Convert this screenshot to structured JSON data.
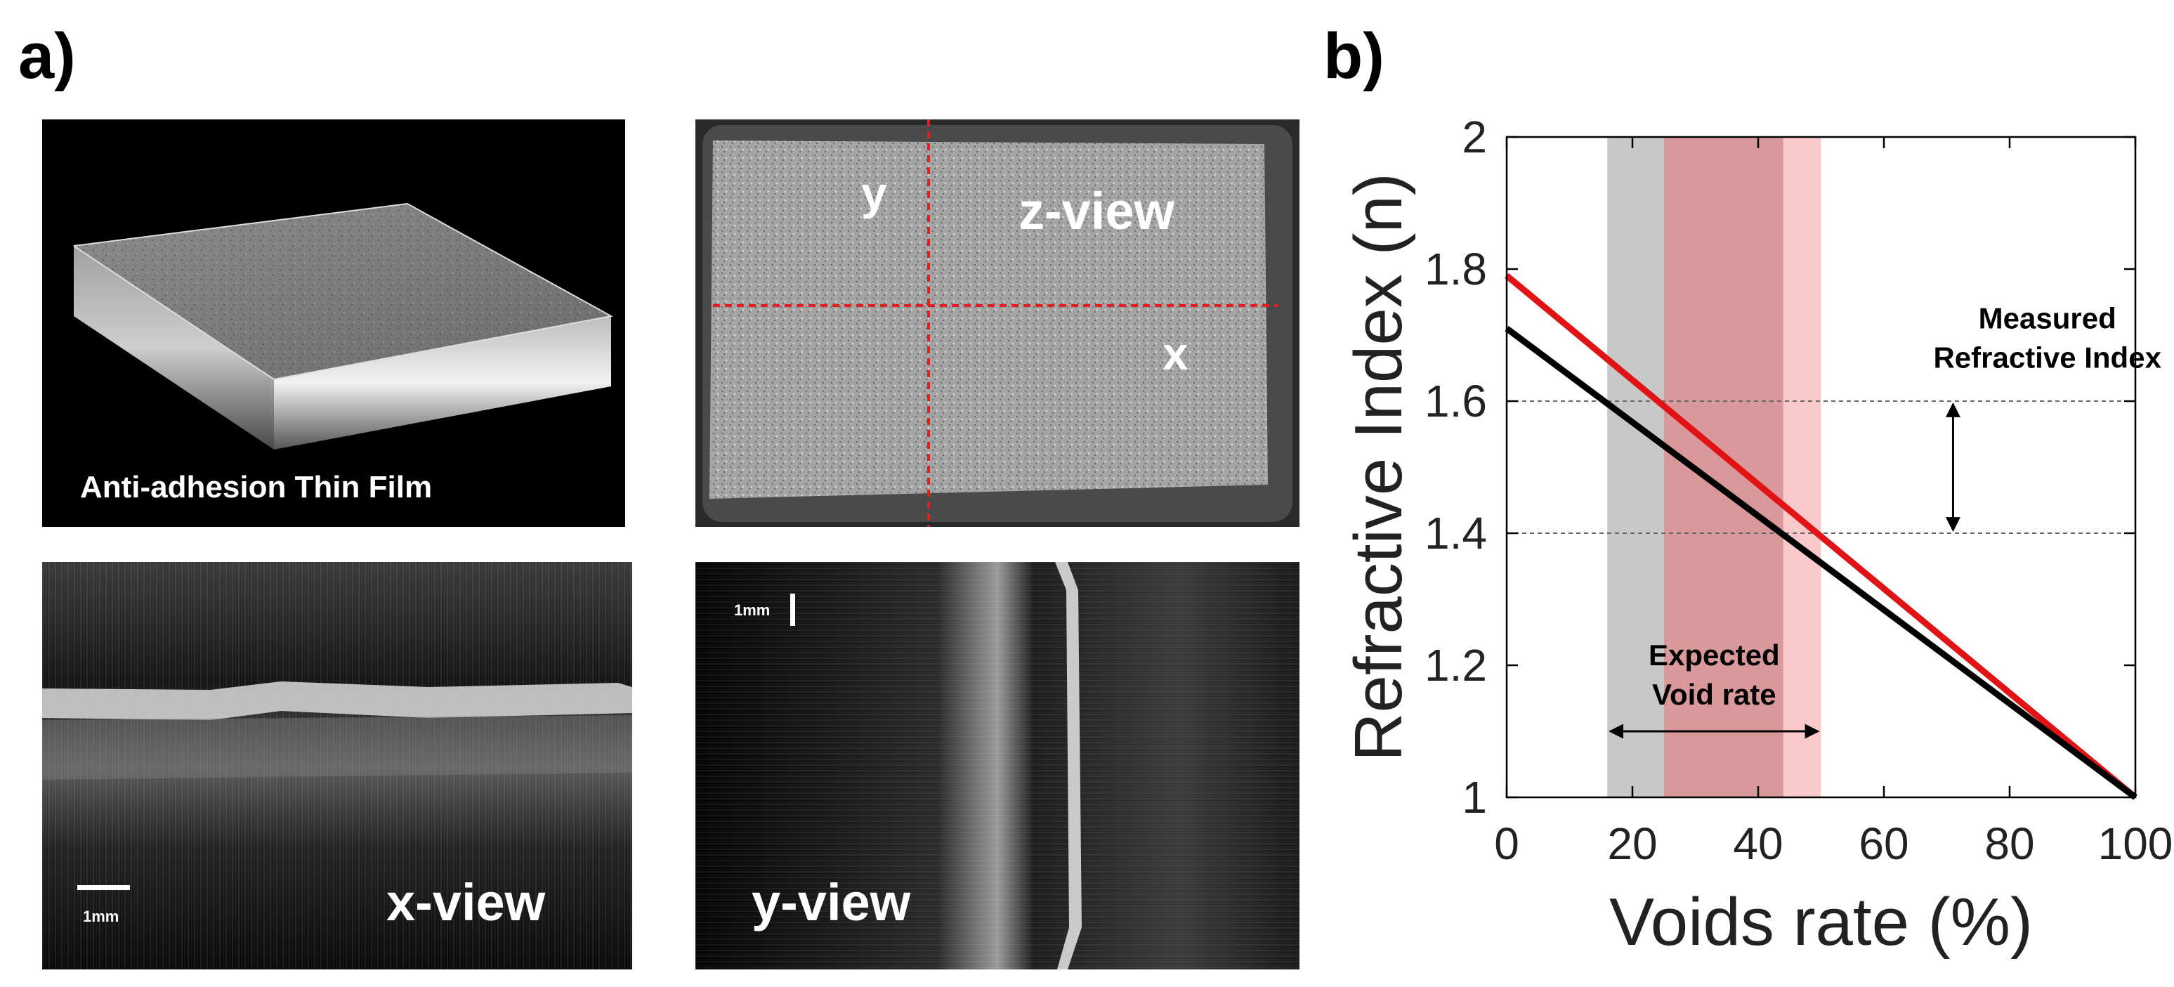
{
  "figure": {
    "panel_a_label": "a)",
    "panel_b_label": "b)"
  },
  "panel_a": {
    "film_3d": {
      "caption": "Anti-adhesion Thin Film"
    },
    "z_view": {
      "caption": "z-view",
      "axis_x": "x",
      "axis_y": "y",
      "crosshair_color": "#e0201e"
    },
    "x_view": {
      "caption": "x-view",
      "scale_bar": "1mm"
    },
    "y_view": {
      "caption": "y-view",
      "scale_bar": "1mm"
    }
  },
  "chart_data": {
    "type": "line",
    "xlabel": "Voids rate (%)",
    "ylabel": "Refractive Index (n)",
    "xlim": [
      0,
      100
    ],
    "ylim": [
      1,
      2
    ],
    "xticks": [
      "0",
      "20",
      "40",
      "60",
      "80",
      "100"
    ],
    "yticks": [
      "1",
      "1.2",
      "1.4",
      "1.6",
      "1.8",
      "2"
    ],
    "series": [
      {
        "color": "#e01414",
        "x": [
          0,
          100
        ],
        "y": [
          1.79,
          1.0
        ]
      },
      {
        "color": "#000000",
        "x": [
          0,
          100
        ],
        "y": [
          1.71,
          1.0
        ]
      }
    ],
    "bands": [
      {
        "x0": 16,
        "x1": 25,
        "color": "#c8c8c8"
      },
      {
        "x0": 25,
        "x1": 44,
        "color": "#d9999b"
      },
      {
        "x0": 44,
        "x1": 50,
        "color": "#fbc9c9"
      }
    ],
    "hlines": [
      1.6,
      1.4
    ],
    "annotations": [
      {
        "text_lines": [
          "Measured",
          "Refractive Index"
        ],
        "x": 86,
        "y": 1.71
      },
      {
        "text_lines": [
          "Expected",
          "Void rate"
        ],
        "x": 33,
        "y": 1.2
      }
    ],
    "arrows": [
      {
        "orientation": "vertical",
        "x": 71,
        "y0": 1.4,
        "y1": 1.6
      },
      {
        "orientation": "horizontal",
        "y": 1.1,
        "x0": 16,
        "x1": 50
      }
    ],
    "grid": false
  }
}
